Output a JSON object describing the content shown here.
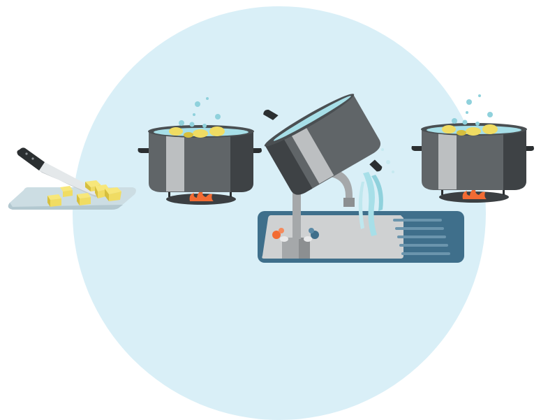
{
  "illustration": {
    "steps": [
      {
        "id": "cut",
        "icon": "knife-cutting-board-potatoes-icon"
      },
      {
        "id": "boil",
        "icon": "pot-boiling-potatoes-icon"
      },
      {
        "id": "drain",
        "icon": "pot-draining-into-sink-icon"
      },
      {
        "id": "boil-again",
        "icon": "pot-boiling-potatoes-icon"
      }
    ]
  },
  "colors": {
    "background_circle": "#d9eff7",
    "pot_body": "#606568",
    "pot_side_shadow": "#3e4245",
    "pot_highlight": "#bcbfc1",
    "pot_rim": "#4a4f52",
    "water": "#a7dfe8",
    "potato": "#f0dc63",
    "potato_shadow": "#d6bf3e",
    "bubble": "#8fd1dc",
    "flame": "#f26b33",
    "burner": "#3b3f42",
    "sink_frame": "#3f6f8b",
    "sink_basin": "#cfd1d2",
    "faucet": "#a5a8aa",
    "tap_hot": "#f26b33",
    "tap_cold": "#3f6f8b",
    "board": "#ccdde3",
    "knife_blade": "#e4e8ea",
    "knife_handle": "#2b2f31"
  }
}
